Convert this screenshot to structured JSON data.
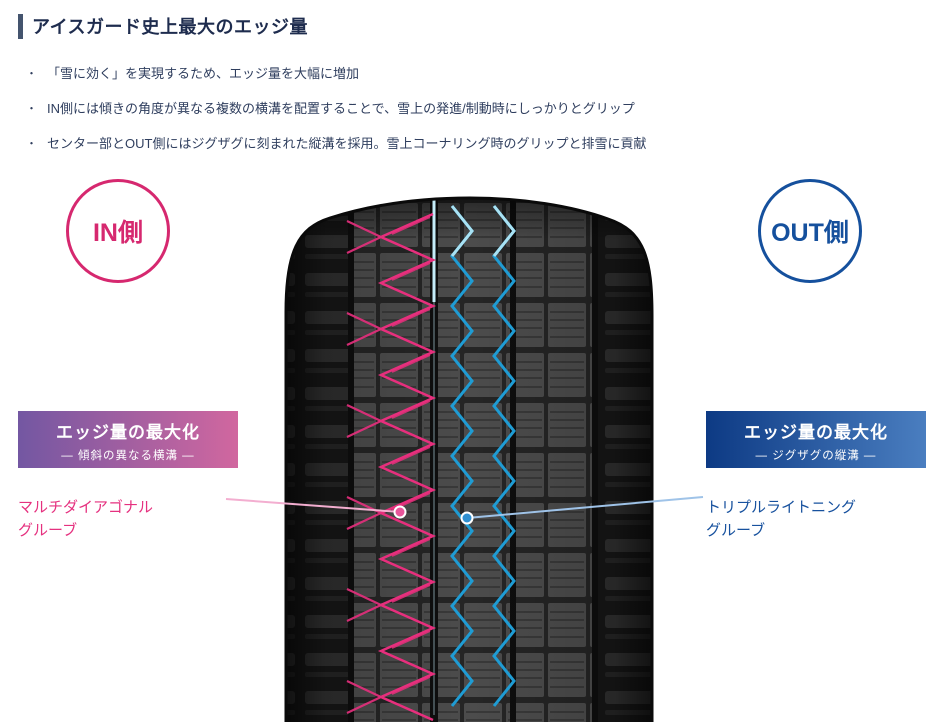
{
  "header": {
    "title": "アイスガード史上最大のエッジ量",
    "bullet_marker": "・",
    "bullets": [
      "「雪に効く」を実現するため、エッジ量を大幅に増加",
      "IN側には傾きの角度が異なる複数の横溝を配置することで、雪上の発進/制動時にしっかりとグリップ",
      "センター部とOUT側にはジグザグに刻まれた縦溝を採用。雪上コーナリング時のグリップと排雪に貢献"
    ]
  },
  "diagram": {
    "in_label": "IN側",
    "out_label": "OUT側",
    "left_badge": {
      "title": "エッジ量の最大化",
      "subtitle": "― 傾斜の異なる横溝 ―"
    },
    "right_badge": {
      "title": "エッジ量の最大化",
      "subtitle": "― ジグザグの縦溝 ―"
    },
    "left_caption": {
      "line1": "マルチダイアゴナル",
      "line2": "グルーブ"
    },
    "right_caption": {
      "line1": "トリプルライトニング",
      "line2": "グルーブ"
    },
    "icons": {
      "left_marker": "pink-groove-dot",
      "right_marker": "blue-groove-dot"
    },
    "colors": {
      "accent_pink": "#d6286f",
      "accent_blue": "#15509d",
      "caption_pink": "#e5317f",
      "caption_blue": "#17519e",
      "badge_left_gradient_start": "#7357a2",
      "badge_left_gradient_end": "#d1679f",
      "badge_right_gradient_start": "#0d3a84",
      "badge_right_gradient_end": "#4a7ec0",
      "zigzag_pink": "#e72f7d",
      "zigzag_blue": "#1f9cd4",
      "center_line_blue": "#c4ecf9",
      "title_bar": "#44546e"
    }
  }
}
